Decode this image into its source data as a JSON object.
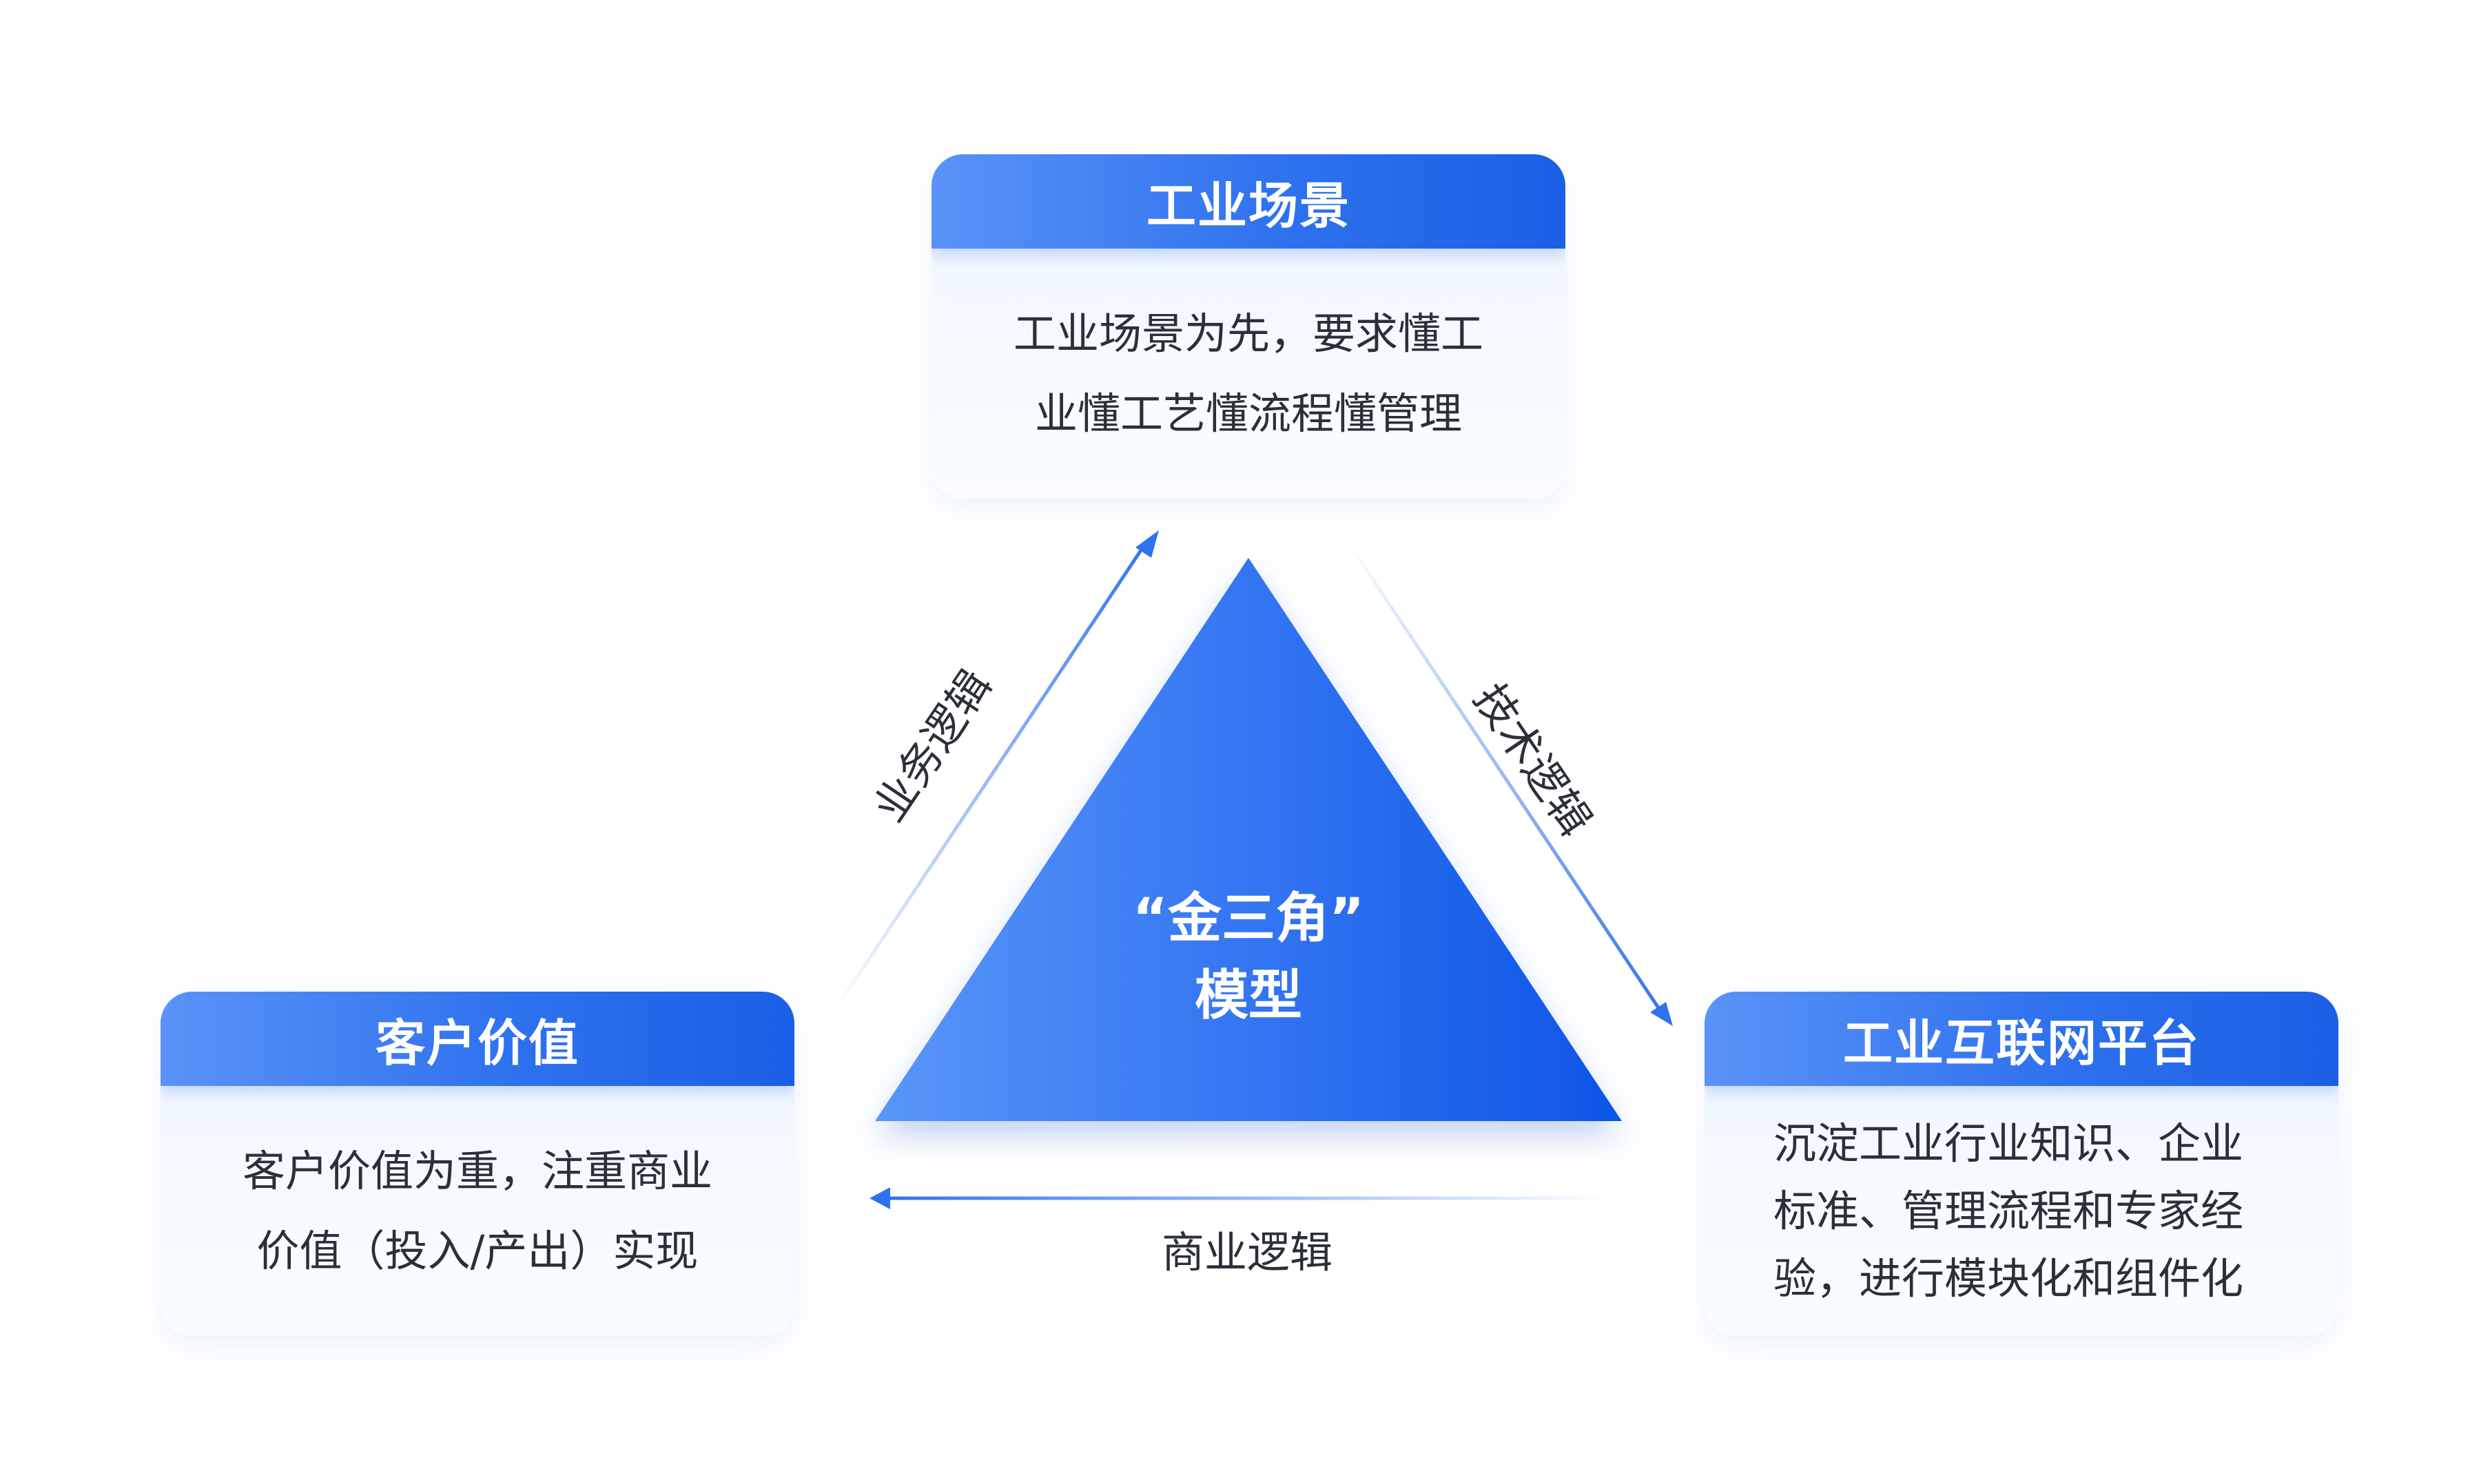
{
  "top_box": {
    "title": "工业场景",
    "lines": [
      "工业场景为先，要求懂工",
      "业懂工艺懂流程懂管理"
    ]
  },
  "left_box": {
    "title": "客户价值",
    "lines": [
      "客户价值为重，注重商业",
      "价值（投入/产出）实现"
    ]
  },
  "right_box": {
    "title": "工业互联网平台",
    "lines": [
      "沉淀工业行业知识、企业",
      "标准、管理流程和专家经",
      "验，进行模块化和组件化"
    ]
  },
  "center": {
    "line1": "“金三角”",
    "line2": "模型"
  },
  "arrows": {
    "business": "业务逻辑",
    "technical": "技术逻辑",
    "commercial": "商业逻辑"
  },
  "colors": {
    "primary_blue": "#2f72ee",
    "light_blue": "#5a93f8",
    "text": "#2b2f38",
    "box_bg": "#eef5ff"
  }
}
